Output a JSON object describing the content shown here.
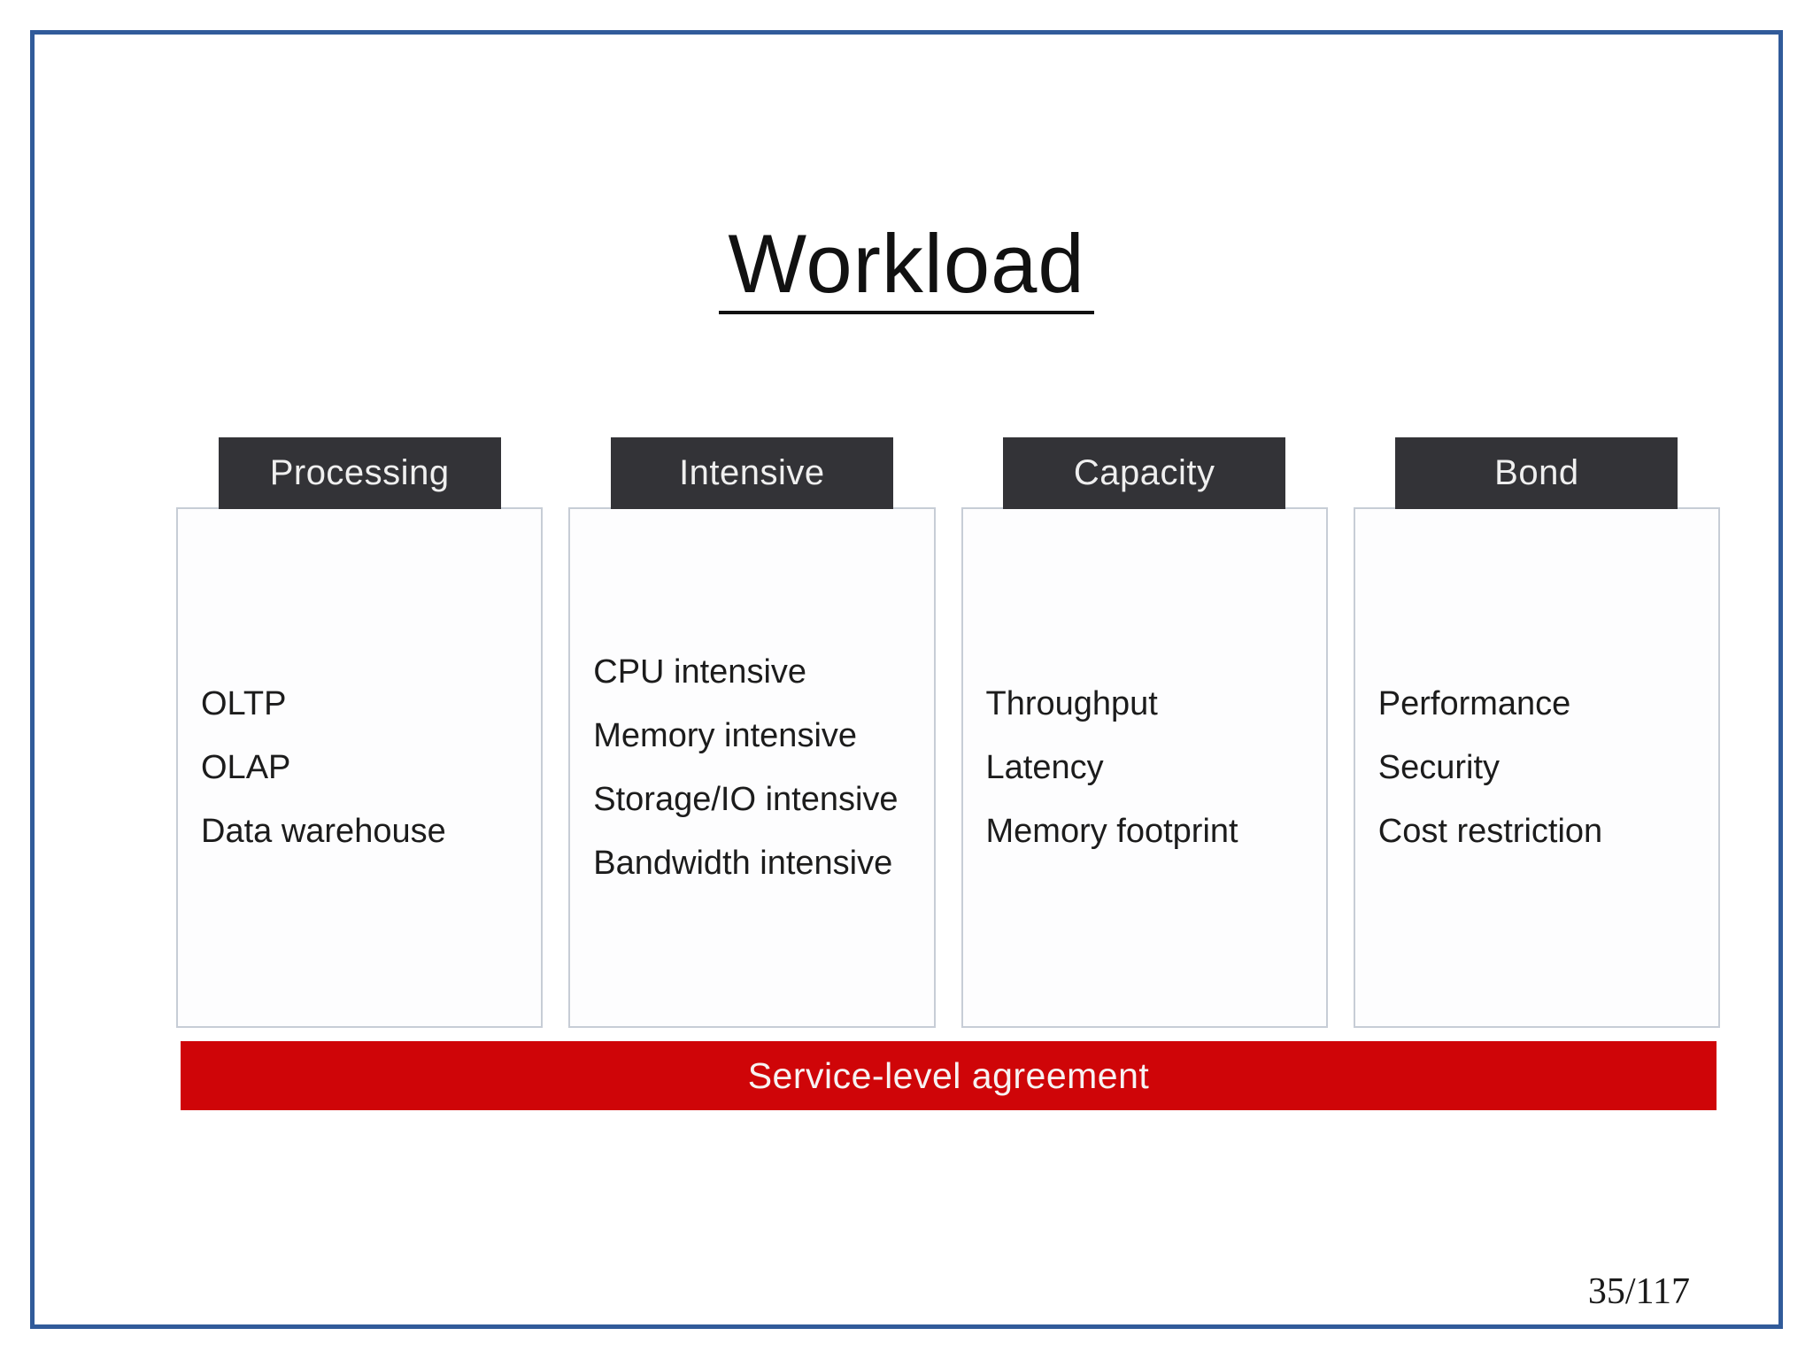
{
  "slide": {
    "title": "Workload",
    "page_number": "35/117",
    "sla_bar": {
      "label": "Service-level agreement"
    },
    "columns": [
      {
        "header": "Processing",
        "items": [
          "OLTP",
          "OLAP",
          "Data warehouse"
        ]
      },
      {
        "header": "Intensive",
        "items": [
          "CPU intensive",
          "Memory intensive",
          "Storage/IO intensive",
          "Bandwidth intensive"
        ]
      },
      {
        "header": "Capacity",
        "items": [
          "Throughput",
          "Latency",
          "Memory footprint"
        ]
      },
      {
        "header": "Bond",
        "items": [
          "Performance",
          "Security",
          "Cost restriction"
        ]
      }
    ],
    "colors": {
      "frame_border_blue": "#315b9a",
      "column_header_dark": "#333337",
      "sla_bar_red": "#cf0508",
      "box_border_gray": "#c7cdd6"
    }
  }
}
